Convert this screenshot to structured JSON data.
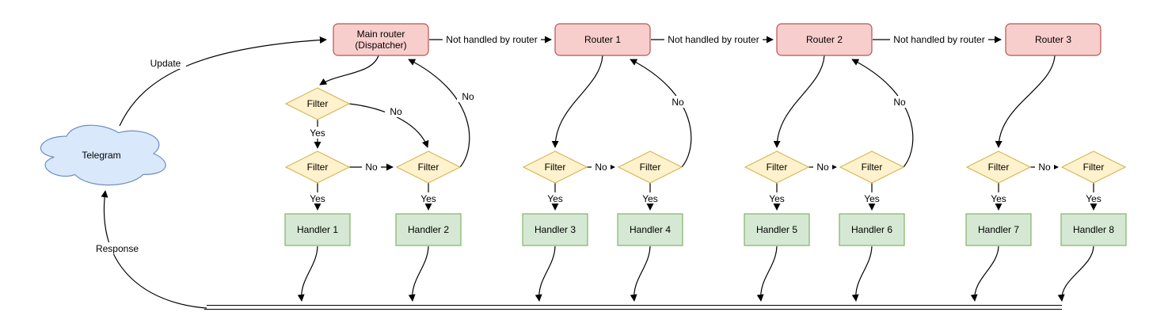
{
  "nodes": {
    "cloud": {
      "label": "Telegram"
    },
    "main_router": {
      "line1": "Main router",
      "line2": "(Dispatcher)"
    },
    "routers": [
      {
        "label": "Router 1"
      },
      {
        "label": "Router 2"
      },
      {
        "label": "Router 3"
      }
    ],
    "filters": [
      {
        "label": "Filter"
      },
      {
        "label": "Filter"
      },
      {
        "label": "Filter"
      },
      {
        "label": "Filter"
      },
      {
        "label": "Filter"
      },
      {
        "label": "Filter"
      },
      {
        "label": "Filter"
      },
      {
        "label": "Filter"
      },
      {
        "label": "Filter"
      }
    ],
    "handlers": [
      {
        "label": "Handler 1"
      },
      {
        "label": "Handler 2"
      },
      {
        "label": "Handler 3"
      },
      {
        "label": "Handler 4"
      },
      {
        "label": "Handler 5"
      },
      {
        "label": "Handler 6"
      },
      {
        "label": "Handler 7"
      },
      {
        "label": "Handler 8"
      }
    ]
  },
  "labels": {
    "update": "Update",
    "response": "Response",
    "not_handled": "Not handled by router",
    "yes": "Yes",
    "no": "No"
  },
  "colors": {
    "router_fill": "#f8cecc",
    "router_stroke": "#b85450",
    "filter_fill": "#fff2cc",
    "filter_stroke": "#d6b656",
    "handler_fill": "#d5e8d4",
    "handler_stroke": "#82b366",
    "cloud_fill": "#dae8fc",
    "cloud_stroke": "#6c8ebf",
    "edge_color": "#000000"
  }
}
